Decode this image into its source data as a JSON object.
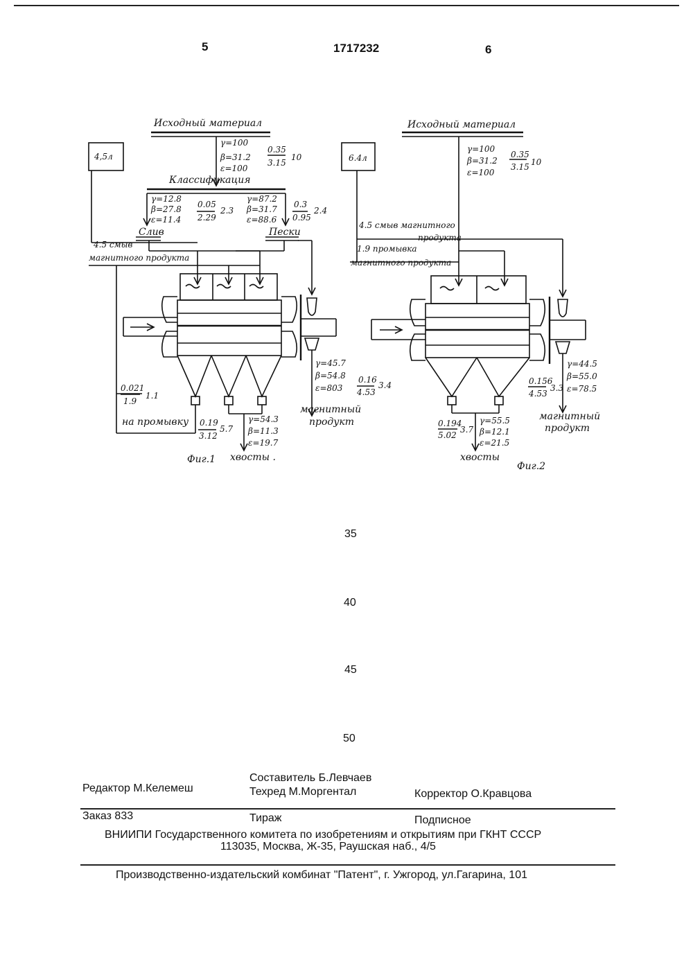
{
  "header": {
    "left_page": "5",
    "patent_number": "1717232",
    "right_page": "6"
  },
  "fig1": {
    "source": "Исходный материал",
    "tank": "4,5л",
    "input": {
      "gamma": "γ=100",
      "beta": "β=31.2",
      "eps": "ε=100",
      "frac_num": "0.35",
      "frac_den": "3.15",
      "frac_val": "10"
    },
    "classification": "Классификация",
    "overflow": {
      "gamma": "γ=12.8",
      "beta": "β=27.8",
      "eps": "ε=11.4",
      "frac_num": "0.05",
      "frac_den": "2.29",
      "frac_val": "2.3",
      "label": "Слив"
    },
    "sands": {
      "gamma": "γ=87.2",
      "beta": "β=31.7",
      "eps": "ε=88.6",
      "frac_num": "0.3",
      "frac_den": "0.95",
      "frac_val": "2.4",
      "label": "Пески"
    },
    "wash_a": "4.5 смыв",
    "wash_b": "магнитного продукта",
    "magnetic": {
      "gamma": "γ=45.7",
      "beta": "β=54.8",
      "eps": "ε=803",
      "frac_num": "0.16",
      "frac_den": "4.53",
      "frac_val": "3.4",
      "label_a": "магнитный",
      "label_b": "продукт"
    },
    "recycle": {
      "frac_num": "0.021",
      "frac_den": "1.9",
      "frac_val": "1.1",
      "label": "на промывку"
    },
    "tails": {
      "frac_num": "0.19",
      "frac_den": "3.12",
      "frac_val": "5.7",
      "gamma": "γ=54.3",
      "beta": "β=11.3",
      "eps": "ε=19.7",
      "label": "хвосты ."
    },
    "caption": "Фиг.1"
  },
  "fig2": {
    "source": "Исходный материал",
    "tank": "6.4л",
    "input": {
      "gamma": "γ=100",
      "beta": "β=31.2",
      "eps": "ε=100",
      "frac_num": "0.35",
      "frac_den": "3.15",
      "frac_val": "10"
    },
    "wash_a": "4.5 смыв магнитного",
    "wash_b": "продукта",
    "wash_c": "1.9  промывка",
    "wash_d": "магнитного продукта",
    "magnetic": {
      "frac_num": "0.156",
      "frac_den": "4.53",
      "frac_val": "3.3",
      "gamma": "γ=44.5",
      "beta": "β=55.0",
      "eps": "ε=78.5",
      "label_a": "магнитный",
      "label_b": "продукт"
    },
    "tails": {
      "frac_num": "0.194",
      "frac_den": "5.02",
      "frac_val": "3.7",
      "gamma": "γ=55.5",
      "beta": "β=12.1",
      "eps": "ε=21.5",
      "label": "хвосты"
    },
    "caption": "Фиг.2"
  },
  "line_numbers": {
    "n35": "35",
    "n40": "40",
    "n45": "45",
    "n50": "50"
  },
  "footer": {
    "editor": "Редактор  М.Келемеш",
    "compiler": "Составитель  Б.Левчаев",
    "techred": "Техред М.Моргентал",
    "corrector": "Корректор  О.Кравцова",
    "order": "Заказ  833",
    "print_run": "Тираж",
    "subscription": "Подписное",
    "org": "ВНИИПИ Государственного комитета по изобретениям и открытиям при ГКНТ СССР",
    "address": "113035, Москва, Ж-35, Раушская наб., 4/5",
    "publisher": "Производственно-издательский комбинат \"Патент\", г. Ужгород, ул.Гагарина, 101"
  }
}
